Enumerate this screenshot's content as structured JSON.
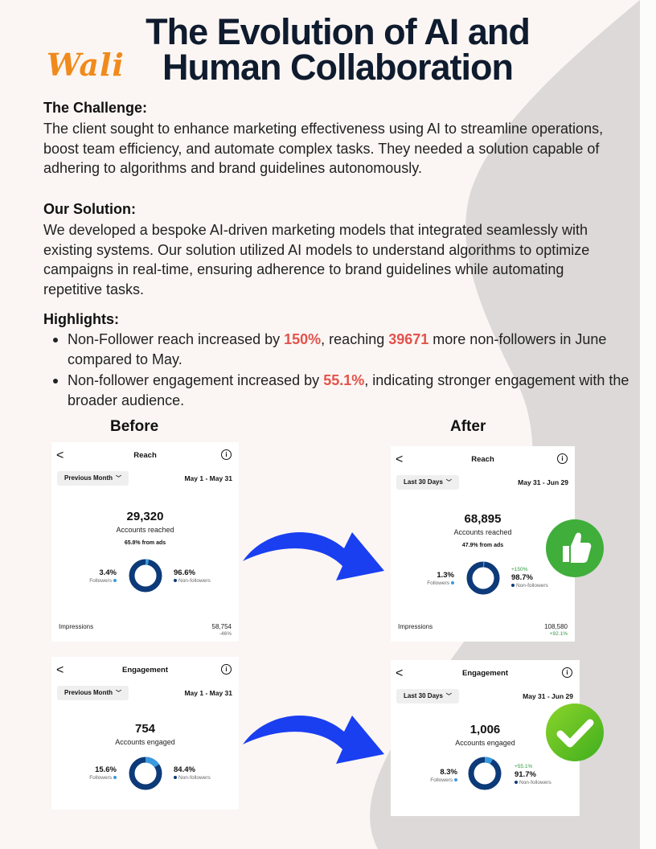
{
  "logo": "Wali",
  "title": "The Evolution of AI and Human Collaboration",
  "challenge": {
    "heading": "The Challenge:",
    "text": "The client sought to enhance marketing effectiveness using AI to streamline operations, boost team efficiency, and automate complex tasks. They needed a solution capable of adhering to algorithms and brand guidelines autonomously."
  },
  "solution": {
    "heading": "Our Solution:",
    "text": "We developed a bespoke AI-driven marketing models that integrated seamlessly with existing systems. Our solution utilized AI models to understand algorithms to optimize campaigns in real-time, ensuring adherence to brand guidelines while automating repetitive tasks."
  },
  "highlights": {
    "heading": "Highlights:",
    "b1_pre": "Non-Follower reach increased by ",
    "b1_v1": "150%",
    "b1_mid": ", reaching ",
    "b1_v2": "39671",
    "b1_post": " more non-followers in June compared to May.",
    "b2_pre": "Non-follower engagement increased by ",
    "b2_v1": "55.1%",
    "b2_post": ", indicating stronger engagement with the broader audience."
  },
  "labels": {
    "before": "Before",
    "after": "After"
  },
  "cards": {
    "reach_before": {
      "title": "Reach",
      "back": "<",
      "info": "i",
      "period": "Previous Month",
      "range": "May 1 - May 31",
      "number": "29,320",
      "sub": "Accounts reached",
      "ads": "65.8% from ads",
      "left_pct": "3.4%",
      "left_label": "Followers",
      "right_pct": "96.6%",
      "right_label": "Non-followers",
      "followers_share": 0.034,
      "impressions_label": "Impressions",
      "impressions": "58,754",
      "impressions_delta": "-46%"
    },
    "reach_after": {
      "title": "Reach",
      "back": "<",
      "info": "i",
      "period": "Last 30 Days",
      "range": "May 31 - Jun 29",
      "number": "68,895",
      "sub": "Accounts reached",
      "ads": "47.9% from ads",
      "left_pct": "1.3%",
      "left_label": "Followers",
      "right_pct": "98.7%",
      "right_label": "Non-followers",
      "right_up": "+150%",
      "followers_share": 0.013,
      "impressions_label": "Impressions",
      "impressions": "108,580",
      "impressions_delta": "+92.1%"
    },
    "eng_before": {
      "title": "Engagement",
      "back": "<",
      "info": "i",
      "period": "Previous Month",
      "range": "May 1 - May 31",
      "number": "754",
      "sub": "Accounts engaged",
      "left_pct": "15.6%",
      "left_label": "Followers",
      "right_pct": "84.4%",
      "right_label": "Non-followers",
      "followers_share": 0.156
    },
    "eng_after": {
      "title": "Engagement",
      "back": "<",
      "info": "i",
      "period": "Last 30 Days",
      "range": "May 31 - Jun 29",
      "number": "1,006",
      "sub": "Accounts engaged",
      "left_pct": "8.3%",
      "left_label": "Followers",
      "right_pct": "91.7%",
      "right_label": "Non-followers",
      "right_up": "+55.1%",
      "followers_share": 0.083
    }
  },
  "colors": {
    "title": "#0f1b2e",
    "highlight": "#e4524c",
    "logo": "#f08a1c",
    "arrow": "#1a3ff0",
    "donut_main": "#0d3a78",
    "donut_followers": "#3a9ae0",
    "badge_green": "#3fae3a",
    "down": "#666666",
    "up": "#2e9a3e"
  }
}
